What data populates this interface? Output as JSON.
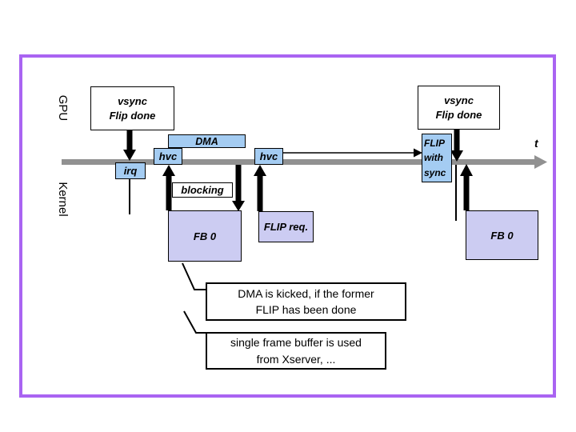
{
  "labels": {
    "gpu": "GPU",
    "kernel": "Kernel",
    "time_axis": "t"
  },
  "gpu_row": {
    "vsync_left": "vsync\nFlip done",
    "vsync_right": "vsync\nFlip done",
    "dma": "DMA",
    "hvc_left": "hvc",
    "hvc_right": "hvc",
    "flip_with_sync": "FLIP\nwith\nsync"
  },
  "kernel_row": {
    "irq": "irq",
    "blocking": "blocking",
    "fb0_left": "FB 0",
    "flip_req": "FLIP req.",
    "fb0_right": "FB 0"
  },
  "callouts": {
    "dma_kicked": "DMA is kicked, if the former\nFLIP has been done",
    "single_fb": "single frame buffer is used\nfrom Xserver, ..."
  },
  "colors": {
    "frame_border": "#a964f2",
    "event_box_blue": "#a4ccf2",
    "state_box_lavender": "#ccccf2",
    "timeline_gray": "#919191",
    "arrow_black": "#000000"
  }
}
